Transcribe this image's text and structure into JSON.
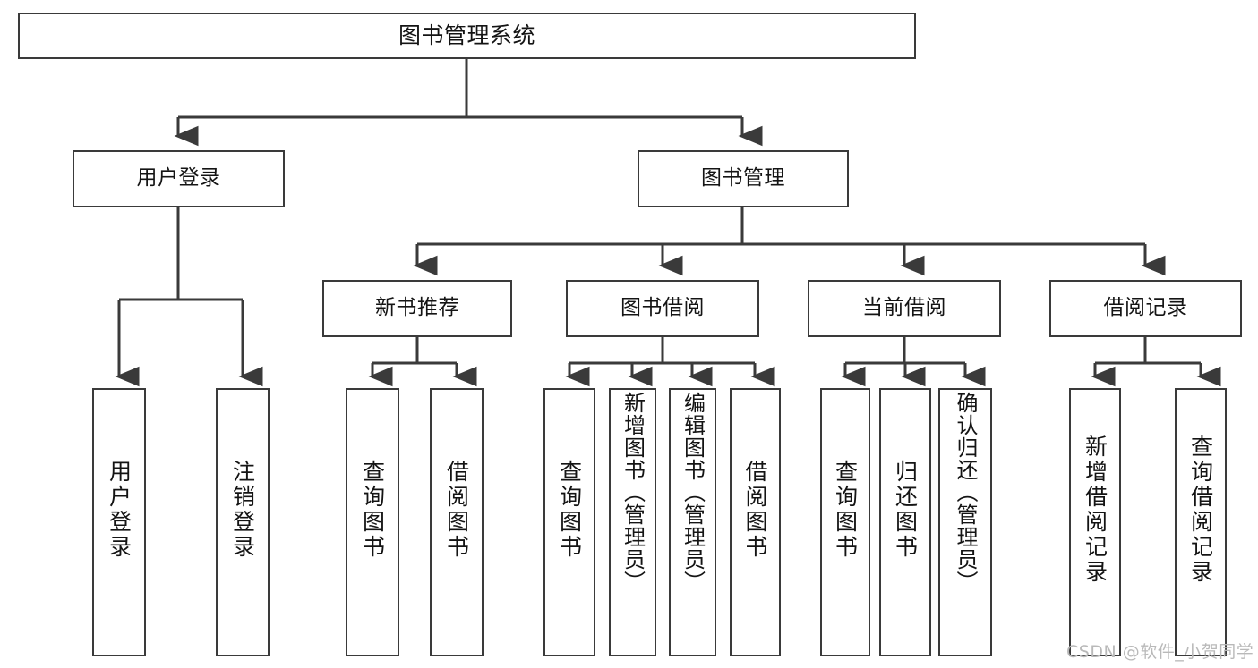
{
  "diagram": {
    "title": "图书管理系统",
    "type": "hierarchy-tree",
    "levels": 4,
    "root": {
      "id": "root",
      "label": "图书管理系统"
    },
    "level1": [
      {
        "id": "user-login",
        "label": "用户登录"
      },
      {
        "id": "book-management",
        "label": "图书管理"
      }
    ],
    "level2": [
      {
        "id": "new-book-recommend",
        "label": "新书推荐",
        "parent": "book-management"
      },
      {
        "id": "book-borrow",
        "label": "图书借阅",
        "parent": "book-management"
      },
      {
        "id": "current-borrow",
        "label": "当前借阅",
        "parent": "book-management"
      },
      {
        "id": "borrow-record",
        "label": "借阅记录",
        "parent": "book-management"
      }
    ],
    "leaves": {
      "user-login": [
        {
          "id": "leaf-user-login",
          "label": "用户登录"
        },
        {
          "id": "leaf-logout",
          "label": "注销登录"
        }
      ],
      "new-book-recommend": [
        {
          "id": "leaf-query-book-1",
          "label": "查询图书"
        },
        {
          "id": "leaf-borrow-book-1",
          "label": "借阅图书"
        }
      ],
      "book-borrow": [
        {
          "id": "leaf-query-book-2",
          "label": "查询图书"
        },
        {
          "id": "leaf-add-book",
          "label": "新增图书（管理员）"
        },
        {
          "id": "leaf-edit-book",
          "label": "编辑图书（管理员）"
        },
        {
          "id": "leaf-borrow-book-2",
          "label": "借阅图书"
        }
      ],
      "current-borrow": [
        {
          "id": "leaf-query-book-3",
          "label": "查询图书"
        },
        {
          "id": "leaf-return-book",
          "label": "归还图书"
        },
        {
          "id": "leaf-confirm-return",
          "label": "确认归还（管理员）"
        }
      ],
      "borrow-record": [
        {
          "id": "leaf-add-record",
          "label": "新增借阅记录"
        },
        {
          "id": "leaf-query-record",
          "label": "查询借阅记录"
        }
      ]
    }
  },
  "watermark": {
    "text": "CSDN @软件_小贺同学"
  },
  "colors": {
    "stroke": "#3a3a3a",
    "fill": "#ffffff",
    "text": "#141414",
    "watermark": "#b9b9b9"
  }
}
